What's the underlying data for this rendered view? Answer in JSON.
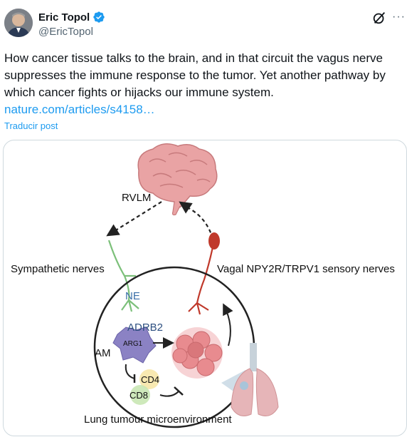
{
  "author": {
    "display_name": "Eric Topol",
    "handle": "@EricTopol"
  },
  "icons": {
    "verified": "verified-badge-icon",
    "grok": "grok-icon",
    "more": "more-options-icon"
  },
  "post": {
    "text": "How cancer tissue talks to the brain, and in that circuit the vagus nerve\nsuppresses the immune response to the tumor. Yet another pathway by\nwhich cancer fights or hijacks our immune system.",
    "link_text": "nature.com/articles/s4158…",
    "translate_label": "Traducir post"
  },
  "figure": {
    "rvlm": "RVLM",
    "sympathetic": "Sympathetic nerves",
    "vagal": "Vagal NPY2R/TRPV1 sensory nerves",
    "ne": "NE",
    "adrb2": "ADRB2",
    "am": "AM",
    "arg1": "ARG1",
    "cd4": "CD4",
    "cd8": "CD8",
    "microenvironment": "Lung tumour microenvironment"
  },
  "colors": {
    "link": "#1d9bf0",
    "verified": "#1d9bf0",
    "sympathetic_nerve": "#7cc07a",
    "vagal_nerve": "#c0392b",
    "brain": "#e9a3a4",
    "tumour": "#e88b8f",
    "macrophage": "#8b82c4"
  }
}
